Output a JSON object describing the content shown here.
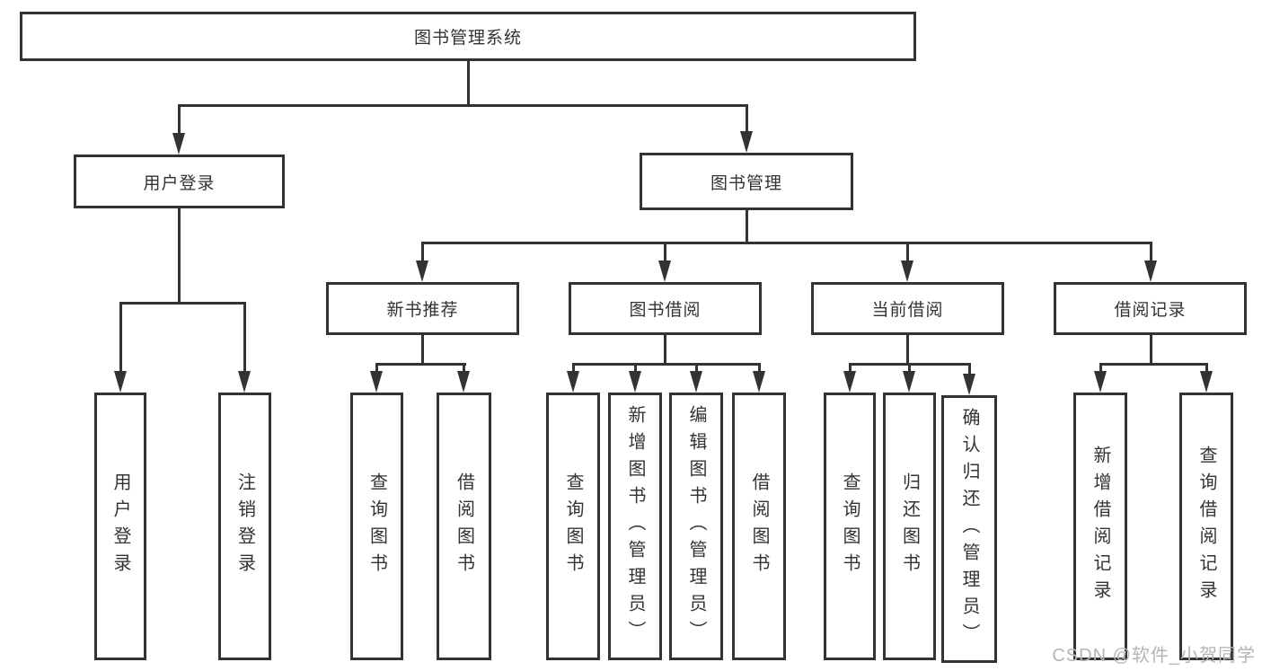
{
  "watermark": "CSDN @软件_小贺同学",
  "colors": {
    "line": "#333333",
    "text": "#333333",
    "page_bg": "#ffffff",
    "watermark": "#b5b5b5"
  },
  "tree": {
    "root": {
      "label": "图书管理系统"
    },
    "branches": [
      {
        "label": "用户登录",
        "children": [
          {
            "label": "用户登录"
          },
          {
            "label": "注销登录"
          }
        ]
      },
      {
        "label": "图书管理",
        "children": [
          {
            "label": "新书推荐",
            "children": [
              {
                "label": "查询图书"
              },
              {
                "label": "借阅图书"
              }
            ]
          },
          {
            "label": "图书借阅",
            "children": [
              {
                "label": "查询图书"
              },
              {
                "label": "新增图书（管理员）"
              },
              {
                "label": "编辑图书（管理员）"
              },
              {
                "label": "借阅图书"
              }
            ]
          },
          {
            "label": "当前借阅",
            "children": [
              {
                "label": "查询图书"
              },
              {
                "label": "归还图书"
              },
              {
                "label": "确认归还（管理员）"
              }
            ]
          },
          {
            "label": "借阅记录",
            "children": [
              {
                "label": "新增借阅记录"
              },
              {
                "label": "查询借阅记录"
              }
            ]
          }
        ]
      }
    ]
  }
}
